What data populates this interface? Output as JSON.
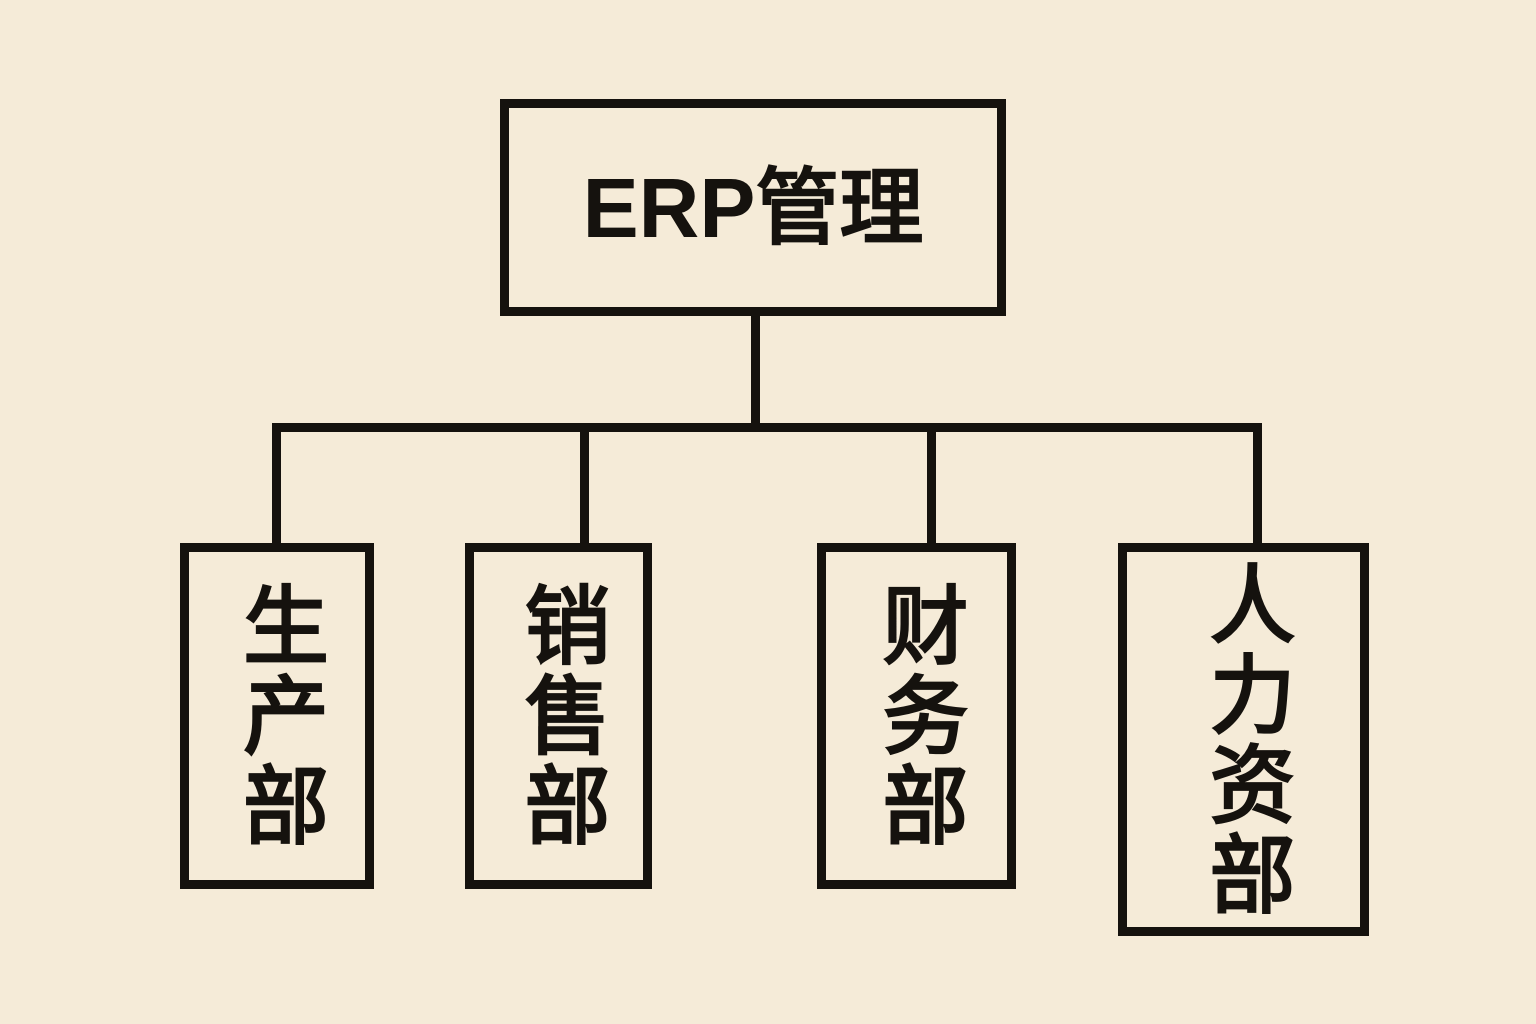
{
  "diagram": {
    "title": "ERP管理",
    "type": "organization-chart",
    "orientation": "top-down",
    "background_color": "#f5ebd8",
    "line_color": "#15120e",
    "text_color": "#15120e",
    "root": {
      "label": "ERP管理",
      "text_direction": "horizontal"
    },
    "children": [
      {
        "label": "生产部",
        "text_direction": "vertical"
      },
      {
        "label": "销售部",
        "text_direction": "vertical"
      },
      {
        "label": "财务部",
        "text_direction": "vertical"
      },
      {
        "label": "人力资部",
        "text_direction": "vertical"
      }
    ]
  }
}
